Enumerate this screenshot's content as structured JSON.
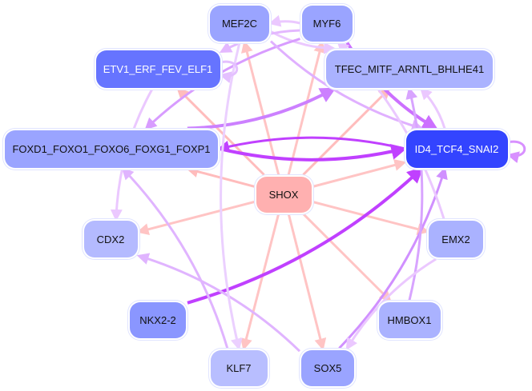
{
  "nodes": [
    {
      "id": "MEF2C",
      "label": "MEF2C",
      "color": "#9aa4ff",
      "text": "#111"
    },
    {
      "id": "MYF6",
      "label": "MYF6",
      "color": "#9aa4ff",
      "text": "#111"
    },
    {
      "id": "ETV1",
      "label": "ETV1_ERF_FEV_ELF1",
      "color": "#6674ff",
      "text": "#fff"
    },
    {
      "id": "TFEC",
      "label": "TFEC_MITF_ARNTL_BHLHE41",
      "color": "#aab2ff",
      "text": "#111"
    },
    {
      "id": "FOXD1",
      "label": "FOXD1_FOXO1_FOXO6_FOXG1_FOXP1",
      "color": "#9aa4ff",
      "text": "#111"
    },
    {
      "id": "ID4",
      "label": "ID4_TCF4_SNAI2",
      "color": "#3344ff",
      "text": "#fff"
    },
    {
      "id": "SHOX",
      "label": "SHOX",
      "color": "#ffb0b0",
      "text": "#111"
    },
    {
      "id": "CDX2",
      "label": "CDX2",
      "color": "#b4baff",
      "text": "#111"
    },
    {
      "id": "EMX2",
      "label": "EMX2",
      "color": "#aab2ff",
      "text": "#111"
    },
    {
      "id": "NKX2-2",
      "label": "NKX2-2",
      "color": "#8a96ff",
      "text": "#111"
    },
    {
      "id": "HMBOX1",
      "label": "HMBOX1",
      "color": "#aab2ff",
      "text": "#111"
    },
    {
      "id": "KLF7",
      "label": "KLF7",
      "color": "#b8beff",
      "text": "#111"
    },
    {
      "id": "SOX5",
      "label": "SOX5",
      "color": "#9aa4ff",
      "text": "#111"
    }
  ],
  "edges": [
    {
      "s": "SHOX",
      "t": "MEF2C",
      "color": "#ffc4c4",
      "w": 3
    },
    {
      "s": "SHOX",
      "t": "MYF6",
      "color": "#ffc4c4",
      "w": 3
    },
    {
      "s": "SHOX",
      "t": "ETV1",
      "color": "#ffbcbc",
      "w": 3
    },
    {
      "s": "SHOX",
      "t": "TFEC",
      "color": "#ffbcbc",
      "w": 3
    },
    {
      "s": "SHOX",
      "t": "FOXD1",
      "color": "#ffbcbc",
      "w": 3
    },
    {
      "s": "SHOX",
      "t": "ID4",
      "color": "#ffc4c4",
      "w": 3
    },
    {
      "s": "SHOX",
      "t": "CDX2",
      "color": "#ffc4c4",
      "w": 3
    },
    {
      "s": "SHOX",
      "t": "EMX2",
      "color": "#ffc4c4",
      "w": 3
    },
    {
      "s": "SHOX",
      "t": "HMBOX1",
      "color": "#ffc4c4",
      "w": 3
    },
    {
      "s": "SHOX",
      "t": "KLF7",
      "color": "#ffc4c4",
      "w": 3
    },
    {
      "s": "SHOX",
      "t": "SOX5",
      "color": "#ffc4c4",
      "w": 3
    },
    {
      "s": "MYF6",
      "t": "MEF2C",
      "color": "#ebc8ff",
      "w": 3
    },
    {
      "s": "MEF2C",
      "t": "TFEC",
      "color": "#ebc8ff",
      "w": 3
    },
    {
      "s": "MYF6",
      "t": "ETV1",
      "color": "#e4b8ff",
      "w": 3
    },
    {
      "s": "MYF6",
      "t": "FOXD1",
      "color": "#d89cff",
      "w": 3
    },
    {
      "s": "FOXD1",
      "t": "TFEC",
      "color": "#cc80ff",
      "w": 4
    },
    {
      "s": "FOXD1",
      "t": "ID4",
      "color": "#c040ff",
      "w": 4
    },
    {
      "s": "ID4",
      "t": "FOXD1",
      "color": "#c040ff",
      "w": 3
    },
    {
      "s": "MYF6",
      "t": "ID4",
      "color": "#cc70ff",
      "w": 4
    },
    {
      "s": "MEF2C",
      "t": "ID4",
      "color": "#e0b0ff",
      "w": 3
    },
    {
      "s": "NKX2-2",
      "t": "ID4",
      "color": "#c040ff",
      "w": 4
    },
    {
      "s": "SOX5",
      "t": "ID4",
      "color": "#d090ff",
      "w": 3
    },
    {
      "s": "HMBOX1",
      "t": "TFEC",
      "color": "#d8a4ff",
      "w": 3
    },
    {
      "s": "ID4",
      "t": "TFEC",
      "color": "#ebc8ff",
      "w": 3
    },
    {
      "s": "KLF7",
      "t": "FOXD1",
      "color": "#e0b4ff",
      "w": 3
    },
    {
      "s": "SOX5",
      "t": "CDX2",
      "color": "#e0b4ff",
      "w": 3
    },
    {
      "s": "EMX2",
      "t": "SOX5",
      "color": "#ebc8ff",
      "w": 3
    },
    {
      "s": "MEF2C",
      "t": "KLF7",
      "color": "#ebd0ff",
      "w": 3
    },
    {
      "s": "EMX2",
      "t": "MYF6",
      "color": "#ebc8ff",
      "w": 3
    },
    {
      "s": "ETV1",
      "t": "CDX2",
      "color": "#ebc8ff",
      "w": 3
    },
    {
      "s": "ID4",
      "t": "ID4",
      "color": "#d890ff",
      "w": 3
    },
    {
      "s": "ETV1",
      "t": "ETV1",
      "color": "#e4c0ff",
      "w": 3
    }
  ]
}
